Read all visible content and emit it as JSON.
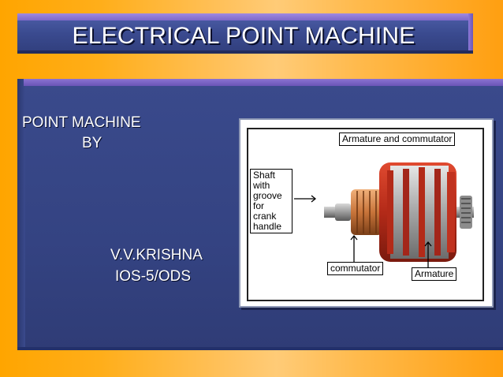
{
  "slide": {
    "title": "ELECTRICAL POINT MACHINE",
    "subject_line": "POINT MACHINE",
    "by_line": "BY",
    "author_name": "V.V.KRISHNA",
    "author_designation": "IOS-5/ODS"
  },
  "figure": {
    "labels": {
      "armature_and_commutator": "Armature and commutator",
      "shaft_lines": [
        "Shaft",
        "with",
        "groove",
        "for crank",
        "handle"
      ],
      "commutator": "commutator",
      "armature": "Armature"
    }
  },
  "colors": {
    "background_orange": "#ffa500",
    "panel_blue": "#3a4a8c",
    "bevel_purple": "#7d68c8",
    "text_white": "#ffffff",
    "armature_red": "#c0321f",
    "commutator_copper": "#c8743a"
  }
}
